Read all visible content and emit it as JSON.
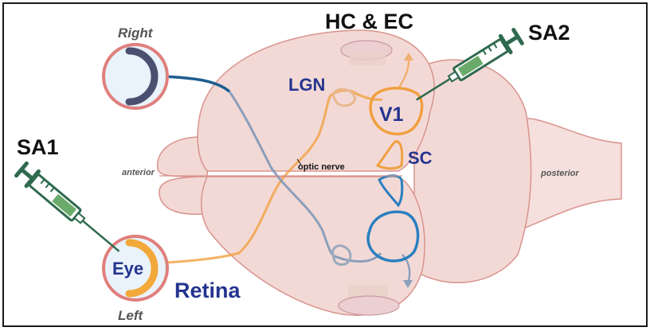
{
  "figure": {
    "labels": {
      "sa1": "SA1",
      "sa2": "SA2",
      "hc_ec": "HC & EC",
      "lgn": "LGN",
      "v1": "V1",
      "sc": "SC",
      "retina": "Retina",
      "eye": "Eye",
      "right": "Right",
      "left": "Left",
      "anterior": "anterior",
      "posterior": "posterior",
      "optic_nerve": "optic nerve"
    },
    "colors": {
      "brain_fill": "#f3d9d6",
      "brain_outline": "#d9938d",
      "ipsi_pathway": "#f0a040",
      "contra_pathway": "#2a7fc0",
      "right_eye_retina": "#4a5170",
      "left_eye_retina": "#f3a83a",
      "eye_rim": "#df7f7c",
      "eye_fill": "#eaf2fb",
      "syringe": "#2f6a4f",
      "syringe_fluid": "#6aaa6a",
      "label_blue": "#24348f"
    },
    "elements": {
      "injection_sites": [
        "SA1 (left eye)",
        "SA2 (V1)"
      ],
      "regions": [
        "Retina",
        "LGN",
        "V1",
        "SC",
        "HC & EC"
      ]
    }
  }
}
